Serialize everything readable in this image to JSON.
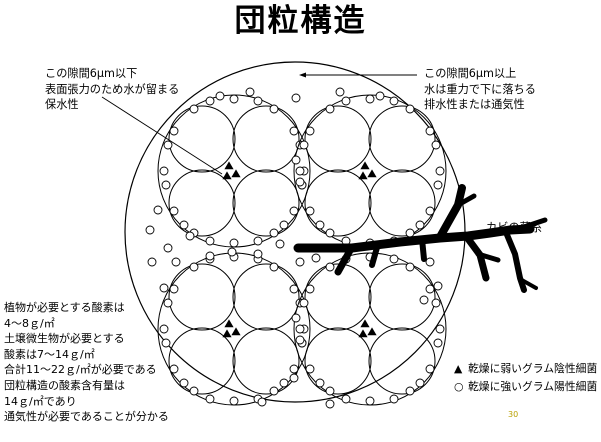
{
  "title": "団粒構造",
  "note_left": {
    "lines": [
      "この隙間6μm以下",
      "表面張力のため水が留まる",
      "保水性"
    ]
  },
  "note_right": {
    "lines": [
      "この隙間6μm以上",
      "水は重力で下に落ちる",
      "排水性または通気性"
    ]
  },
  "hypha_label": "カビの菌糸",
  "note_bottom": {
    "lines": [
      "植物が必要とする酸素は",
      "4～8ｇ/㎡",
      "土壌微生物が必要とする",
      "酸素は7～14ｇ/㎡",
      "合計11～22ｇ/㎡が必要である",
      "団粒構造の酸素含有量は",
      "14ｇ/㎡であり",
      "通気性が必要であることが分かる"
    ]
  },
  "legend": {
    "gram_negative": {
      "symbol": "▲",
      "label": "乾燥に弱いグラム陰性細菌"
    },
    "gram_positive": {
      "symbol": "○",
      "label": "乾燥に強いグラム陽性細菌"
    }
  },
  "page_number": "30",
  "colors": {
    "ink": "#000000",
    "page_number": "#b8a000",
    "background": "#ffffff"
  }
}
